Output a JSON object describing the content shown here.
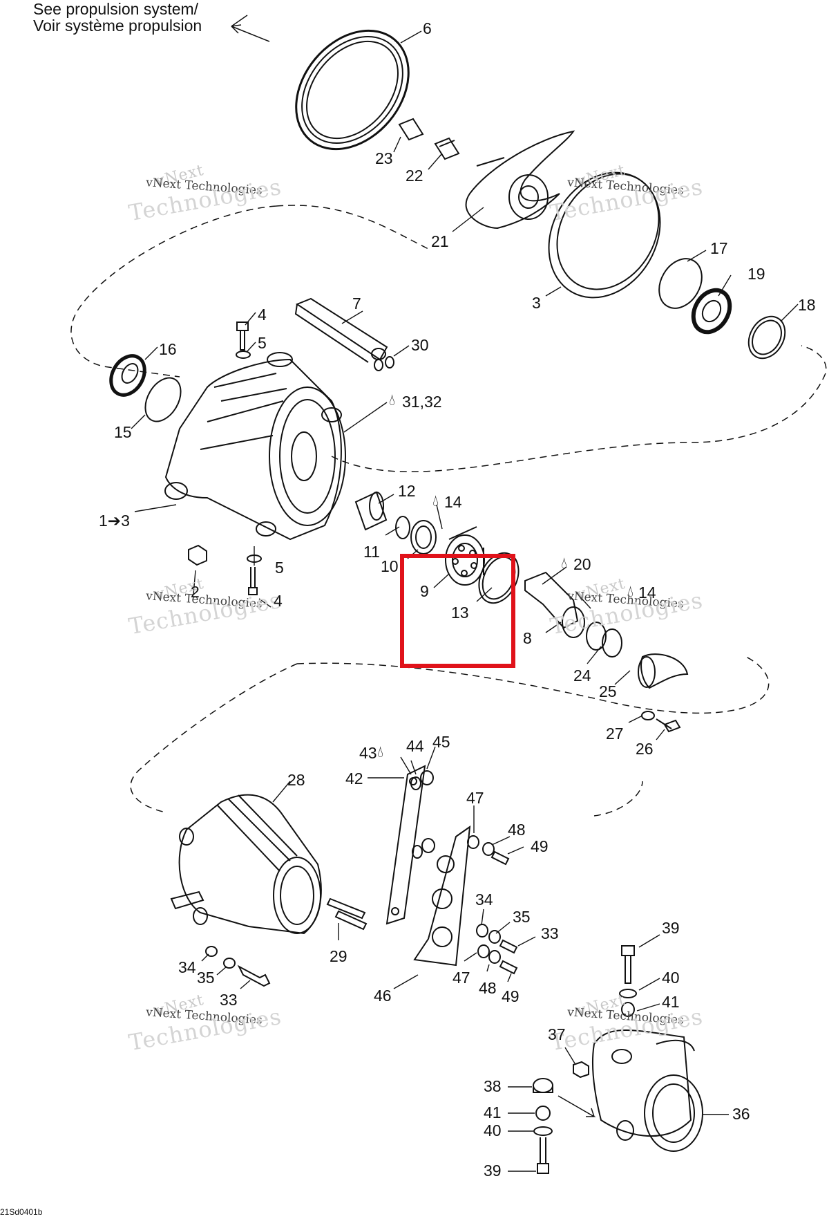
{
  "header": {
    "line1": "See propulsion system/",
    "line2": "Voir système propulsion"
  },
  "figure_ref": "21Sd0401b",
  "watermark": {
    "line1": "vNext",
    "line2": "vNext Technologies",
    "line3": "Technologies"
  },
  "colors": {
    "ink": "#111111",
    "highlight": "#e0121a",
    "watermark": "#c8c8c8"
  },
  "highlight_box": {
    "labels": [
      "9",
      "13"
    ]
  },
  "callouts": {
    "c6": "6",
    "c23": "23",
    "c22": "22",
    "c21": "21",
    "c17": "17",
    "c19": "19",
    "c3": "3",
    "c18": "18",
    "c4a": "4",
    "c5a": "5",
    "c7": "7",
    "c30": "30",
    "c16": "16",
    "c15": "15",
    "c3132": "31,32",
    "c12": "12",
    "c14a": "14",
    "c1": "1➔3",
    "c11": "11",
    "c10": "10",
    "c9": "9",
    "c13": "13",
    "c20": "20",
    "c14b": "14",
    "c5b": "5",
    "c2": "2",
    "c4b": "4",
    "c8": "8",
    "c24": "24",
    "c25": "25",
    "c27": "27",
    "c26": "26",
    "c43": "43",
    "c44": "44",
    "c45": "45",
    "c42": "42",
    "c28": "28",
    "c47a": "47",
    "c48a": "48",
    "c49a": "49",
    "c34a": "34",
    "c35a": "35",
    "c33a": "33",
    "c29": "29",
    "c34b": "34",
    "c35b": "35",
    "c33b": "33",
    "c47b": "47",
    "c48b": "48",
    "c49b": "49",
    "c46": "46",
    "c39a": "39",
    "c40a": "40",
    "c41a": "41",
    "c37": "37",
    "c38": "38",
    "c41b": "41",
    "c40b": "40",
    "c39b": "39",
    "c36": "36"
  }
}
